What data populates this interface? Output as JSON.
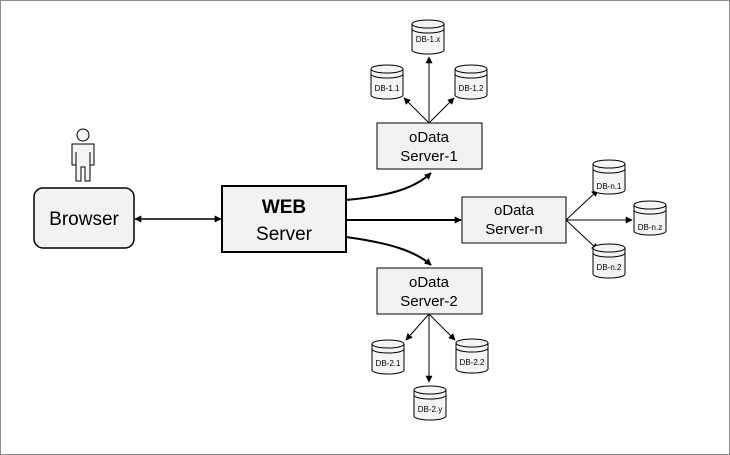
{
  "browser": {
    "label": "Browser"
  },
  "web_server": {
    "line1": "WEB",
    "line2": "Server"
  },
  "odata_servers": [
    {
      "line1": "oData",
      "line2": "Server-1"
    },
    {
      "line1": "oData",
      "line2": "Server-n"
    },
    {
      "line1": "oData",
      "line2": "Server-2"
    }
  ],
  "databases": {
    "server1": [
      "DB-1.x",
      "DB-1.1",
      "DB-1.2"
    ],
    "server_n": [
      "DB-n.1",
      "DB-n.z",
      "DB-n.2"
    ],
    "server2": [
      "DB-2.1",
      "DB-2.2",
      "DB-2.y"
    ]
  },
  "colors": {
    "box_fill": "#f2f2f2",
    "stroke": "#000000",
    "db_fill": "#f4f4f4",
    "frame": "#8c8c8c"
  }
}
